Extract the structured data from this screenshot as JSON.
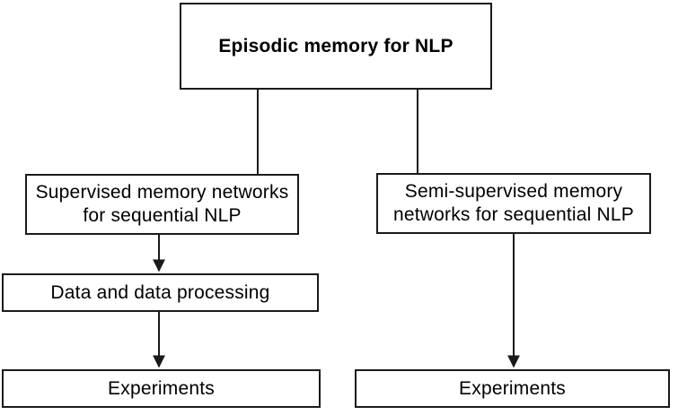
{
  "diagram": {
    "nodes": {
      "episodic": {
        "label": "Episodic memory for NLP"
      },
      "supervised": {
        "label": "Supervised memory networks\nfor sequential NLP"
      },
      "semi_supervised": {
        "label": "Semi-supervised memory\nnetworks for sequential NLP"
      },
      "data_processing": {
        "label": "Data and data processing"
      },
      "experiments_left": {
        "label": "Experiments"
      },
      "experiments_right": {
        "label": "Experiments"
      }
    },
    "colors": {
      "line": "#1a1a1a",
      "box_border": "#1a1a1a",
      "text": "#000000",
      "background": "#ffffff"
    }
  }
}
